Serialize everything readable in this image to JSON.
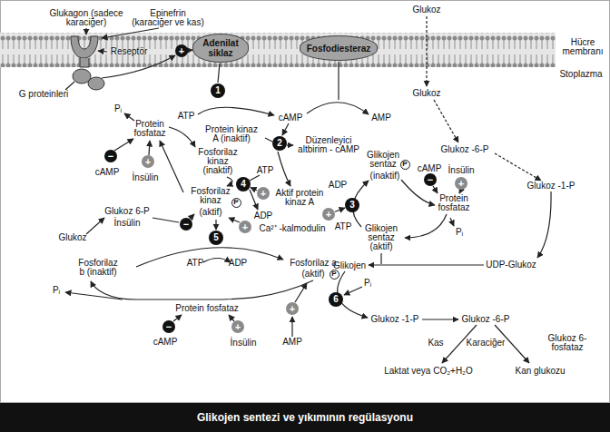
{
  "diagram": {
    "caption": "Glikojen sentezi ve yıkımının regülasyonu",
    "nodes": [
      {
        "text": [
          "Adenilat siklaz"
        ]
      },
      {
        "text": [
          "Fosfodiesteraz"
        ]
      },
      {
        "text": [
          "+"
        ]
      },
      {
        "text": [
          "1"
        ]
      },
      {
        "text": [
          "2"
        ]
      },
      {
        "text": [
          "−"
        ]
      },
      {
        "text": [
          "+"
        ]
      },
      {
        "text": [
          "4"
        ]
      },
      {
        "text": [
          "P"
        ]
      },
      {
        "text": [
          "+"
        ]
      },
      {
        "text": [
          "−"
        ]
      },
      {
        "text": [
          "+"
        ]
      },
      {
        "text": [
          "5"
        ]
      },
      {
        "text": [
          "P"
        ]
      },
      {
        "text": [
          "+"
        ]
      },
      {
        "text": [
          "−"
        ]
      },
      {
        "text": [
          "+"
        ]
      },
      {
        "text": [
          "P"
        ]
      },
      {
        "text": [
          "−"
        ]
      },
      {
        "text": [
          "+"
        ]
      },
      {
        "text": [
          "3"
        ]
      },
      {
        "text": [
          "+"
        ]
      },
      {
        "text": [
          "6"
        ]
      }
    ],
    "edges": [
      {
        "from": 2,
        "to": 0,
        "arrow": "to"
      },
      {
        "from": 9,
        "to": 7,
        "arrow": "to"
      },
      {
        "from": 21,
        "to": 20,
        "arrow": "to"
      }
    ],
    "labels": [
      "Glukagon (sadece karaciğer)",
      "Epinefrin (karaciğer ve kas)",
      "Reseptör",
      "G proteinleri",
      "Glukoz",
      "Hücre membranı",
      "Stoplazma",
      "Glukoz",
      "ATP",
      "cAMP",
      "AMP",
      "Protein kinaz A (inaktif)",
      "Düzenleyici altbirim - cAMP",
      "Pᵢ",
      "Protein fosfataz",
      "Fosforilaz kinaz (inaktif)",
      "ATP",
      "cAMP",
      "İnsülin",
      "Aktif protein kinaz A",
      "Fosforilaz kinaz",
      "(aktif)",
      "ADP",
      "Glukoz 6-P",
      "İnsülin",
      "Ca²⁺ -kalmodulin",
      "Glukoz",
      "ATP",
      "ADP",
      "Fosforilaz b (inaktif)",
      "Fosforilaz a",
      "(aktif)",
      "Pᵢ",
      "Protein fosfataz",
      "cAMP",
      "İnsülin",
      "AMP",
      "Glukoz -6-P",
      "Glikojen sentaz",
      "(inaktif)",
      "cAMP",
      "İnsülin",
      "Glukoz -1-P",
      "ADP",
      "Protein fosfataz",
      "ATP",
      "Glikojen sentaz (aktif)",
      "Pᵢ",
      "UDP-Glukoz",
      "Glikojen",
      "Pᵢ",
      "Glukoz -1-P",
      "Glukoz -6-P",
      "Kas",
      "Karaciğer",
      "Glukoz 6-fosfataz",
      "Laktat veya CO₂+H₂O",
      "Kan glukozu"
    ]
  }
}
